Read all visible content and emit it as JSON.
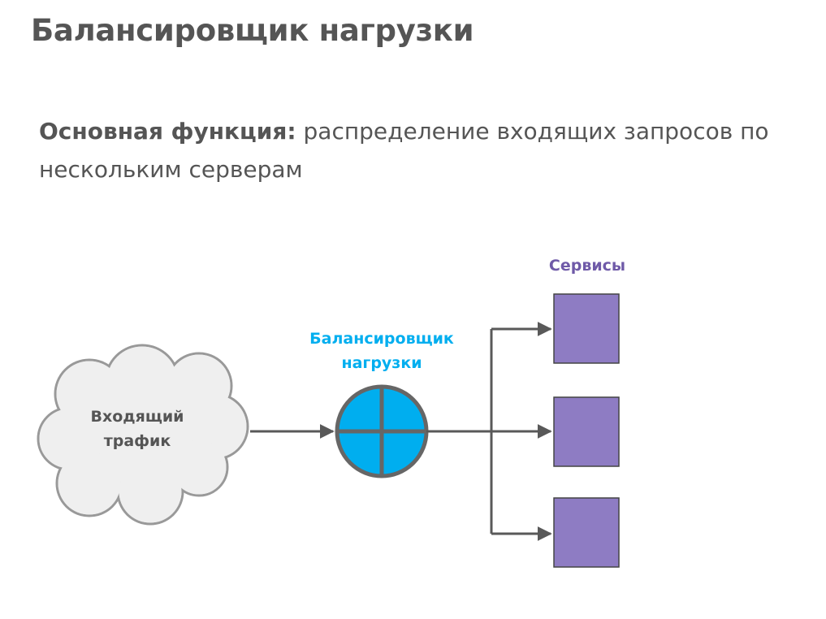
{
  "title": "Балансировщик нагрузки",
  "description": {
    "lead": "Основная функция:",
    "text": " распределение входящих запросов по нескольким серверам"
  },
  "diagram": {
    "traffic": {
      "line1": "Входящий",
      "line2": "трафик"
    },
    "balancer": {
      "line1": "Балансировщик",
      "line2": "нагрузки"
    },
    "services": {
      "label": "Сервисы",
      "count": 3
    }
  },
  "colors": {
    "text": "#555555",
    "cloud_fill": "#efefef",
    "cloud_stroke": "#999999",
    "connector": "#595959",
    "balancer_fill": "#00aeef",
    "balancer_label": "#00aeef",
    "service_fill": "#8e7cc3",
    "service_stroke": "#444444",
    "services_label": "#6f5aa8"
  }
}
